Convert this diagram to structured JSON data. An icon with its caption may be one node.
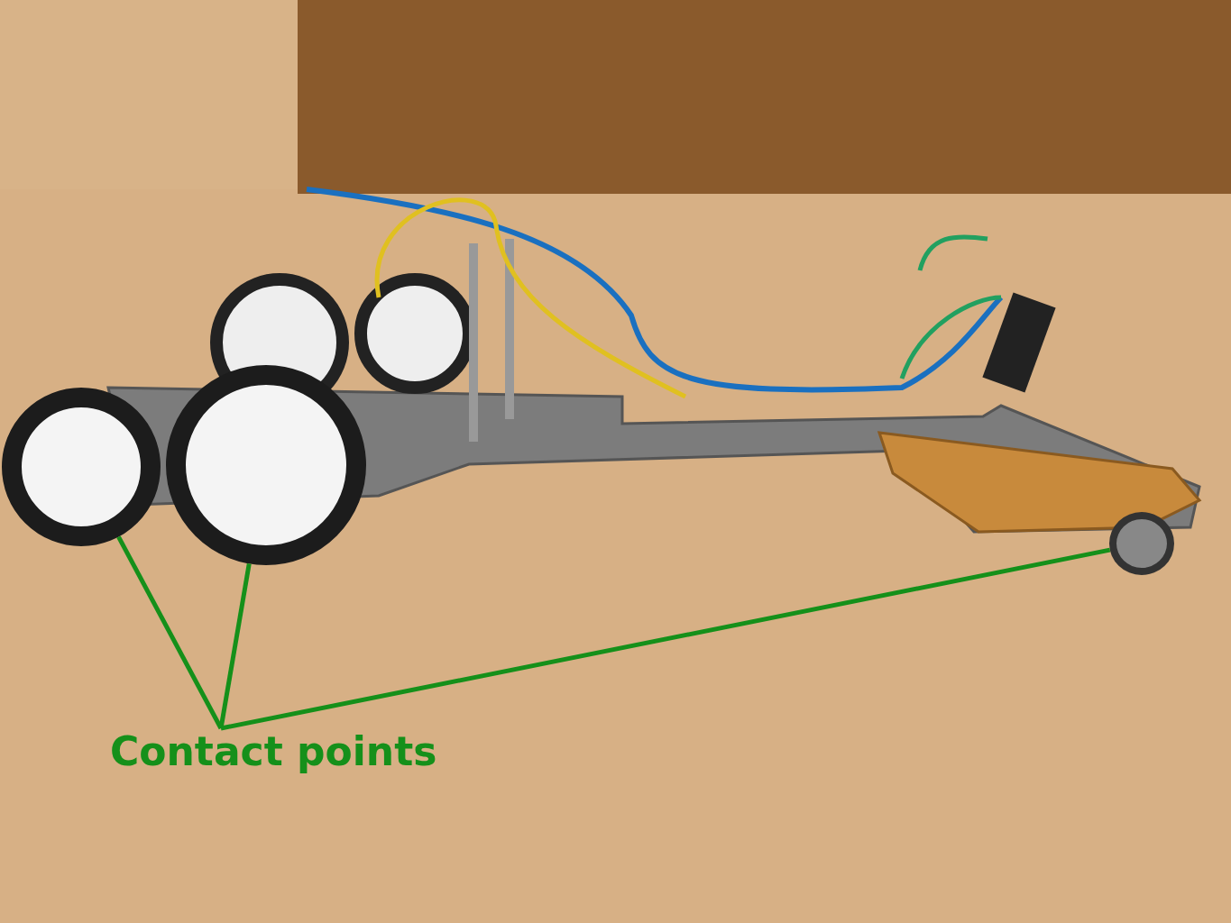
{
  "diagram": {
    "nodes": [
      {
        "text": [
          "Contact points"
        ]
      },
      {
        "text": [],
        "shape": "circle"
      },
      {
        "text": [],
        "shape": "circle"
      },
      {
        "text": [],
        "shape": "circle"
      }
    ],
    "edges": [
      {
        "from": 0,
        "to": 1,
        "arrow": "none"
      },
      {
        "from": 0,
        "to": 2,
        "arrow": "none"
      },
      {
        "from": 0,
        "to": 3,
        "arrow": "none"
      }
    ]
  }
}
